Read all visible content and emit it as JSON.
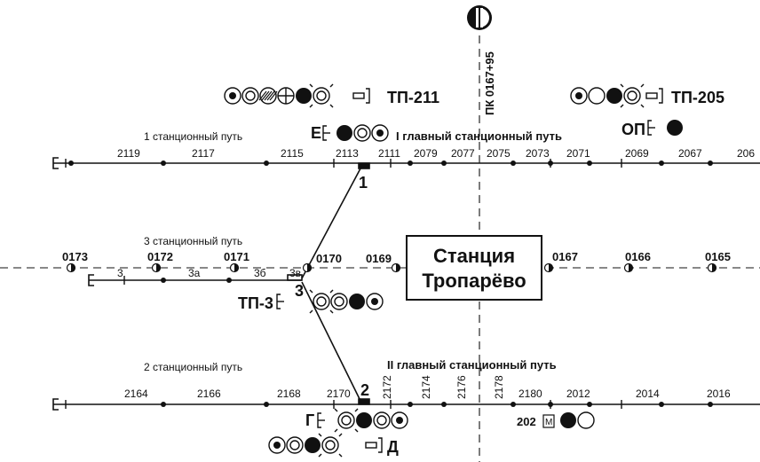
{
  "station": {
    "line1": "Станция",
    "line2": "Тропарёво"
  },
  "pk_label": "ПК 0167+95",
  "tracks": {
    "track1": "1 станционный путь",
    "main1": "I  главный станционный путь",
    "track3": "3 станционный путь",
    "track2": "2 станционный путь",
    "main2": "II  главный станционный путь"
  },
  "signals": {
    "tp211": "ТП-211",
    "tp205": "ТП-205",
    "tp3": "ТП-3",
    "e": "Е",
    "op": "ОП",
    "g": "Г",
    "d": "Д",
    "s202": "202",
    "s202_box": "М"
  },
  "switches": {
    "sw1": "1",
    "sw2": "2",
    "sw3": "3"
  },
  "sections_top": [
    "2119",
    "2117",
    "2115",
    "2113",
    "2111",
    "2079",
    "2077",
    "2075",
    "2073",
    "2071",
    "2069",
    "2067",
    "206"
  ],
  "sections_mid": [
    "0173",
    "0172",
    "3",
    "0171",
    "3а",
    "3б",
    "3в",
    "0170",
    "0169",
    "0167",
    "0166",
    "0165"
  ],
  "sections_bot": [
    "2164",
    "2166",
    "2168",
    "2170",
    "2172",
    "2174",
    "2176",
    "2178",
    "2180",
    "2012",
    "2014",
    "2016"
  ]
}
